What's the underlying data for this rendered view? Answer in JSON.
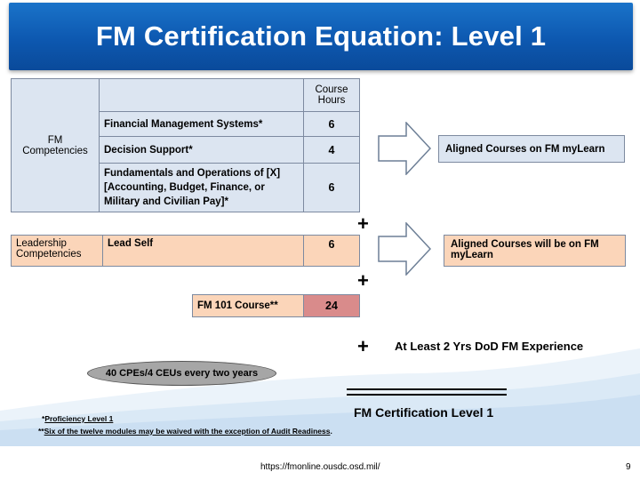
{
  "slide": {
    "title": "FM Certification Equation:  Level 1",
    "colors": {
      "title_bar": "#0d58b0",
      "blue_fill": "#dce5f1",
      "peach_fill": "#fbd5b9",
      "rose_fill": "#d98b8b",
      "gray_oval": "#a6a6a6"
    }
  },
  "fm_table": {
    "header_hours": "Course Hours",
    "category": "FM Competencies",
    "rows": [
      {
        "label": "Financial Management Systems*",
        "hours": "6"
      },
      {
        "label": "Decision Support*",
        "hours": "4"
      },
      {
        "label": "Fundamentals and  Operations of [X] [Accounting, Budget, Finance, or Military and Civilian Pay]*",
        "hours": "6"
      }
    ]
  },
  "aligned_1": "Aligned Courses on FM myLearn",
  "plus_sign": "+",
  "leadership": {
    "category": "Leadership Competencies",
    "label": "Lead Self",
    "hours": "6"
  },
  "aligned_2": "Aligned Courses will be on FM myLearn",
  "fm101": {
    "label": "FM 101 Course**",
    "hours": "24"
  },
  "experience": "At Least 2 Yrs DoD FM Experience",
  "cpe": "40 CPEs/4 CEUs every two years",
  "result": "FM Certification Level 1",
  "footnotes": {
    "f1_mark": "*",
    "f1_text": "Proficiency Level 1",
    "f2_mark": "**",
    "f2_text": "Six of the twelve modules may be waived with the exception of Audit Readiness",
    "f2_end": "."
  },
  "footer": {
    "url": "https://fmonline.ousdc.osd.mil/",
    "page": "9"
  }
}
